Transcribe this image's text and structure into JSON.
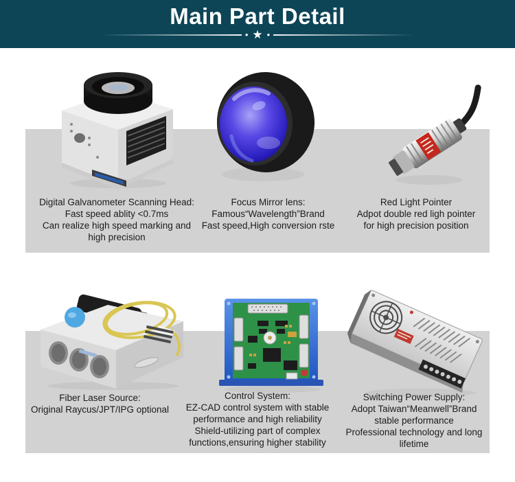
{
  "header": {
    "title": "Main Part Detail",
    "divider": {
      "dot": "•",
      "star": "★"
    }
  },
  "colors": {
    "header_bg": "#0d4557",
    "header_text": "#ffffff",
    "panel_gray": "#d2d2d2",
    "caption_text": "#1b1b1b",
    "lens_blue": "#4638d8",
    "board_blue": "#2f63cc",
    "pcb_green": "#2e9148",
    "fiber_yellow": "#d9c654",
    "pointer_label_red": "#c4281e"
  },
  "parts": [
    {
      "id": "galvanometer-scanning-head",
      "image": "galvanometer-scanning-head-photo",
      "lines": [
        "Digital Galvanometer Scanning Head:",
        "Fast speed ablity <0.7ms",
        "Can realize high speed marking and",
        "high precision"
      ]
    },
    {
      "id": "focus-mirror-lens",
      "image": "focus-mirror-lens-photo",
      "lines": [
        "Focus Mirror lens:",
        "Famous“Wavelength”Brand",
        "Fast speed,High conversion rste"
      ]
    },
    {
      "id": "red-light-pointer",
      "image": "red-light-pointer-photo",
      "lines": [
        "Red Light Pointer",
        "Adpot double red ligh pointer",
        "for high precision position"
      ]
    },
    {
      "id": "fiber-laser-source",
      "image": "fiber-laser-source-photo",
      "lines": [
        "Fiber  Laser Source:",
        "Original Raycus/JPT/IPG optional"
      ]
    },
    {
      "id": "control-system",
      "image": "control-system-board-photo",
      "lines": [
        "Control System:",
        "EZ-CAD control system with stable",
        "performance and high reliability",
        "Shield-utilizing part of complex",
        "functions,ensuring higher stability"
      ]
    },
    {
      "id": "switching-power-supply",
      "image": "switching-power-supply-photo",
      "lines": [
        "Switching Power Supply:",
        "Adopt Taiwan“Meanwell”Brand",
        "stable performance",
        "Professional technology and long",
        "lifetime"
      ]
    }
  ]
}
